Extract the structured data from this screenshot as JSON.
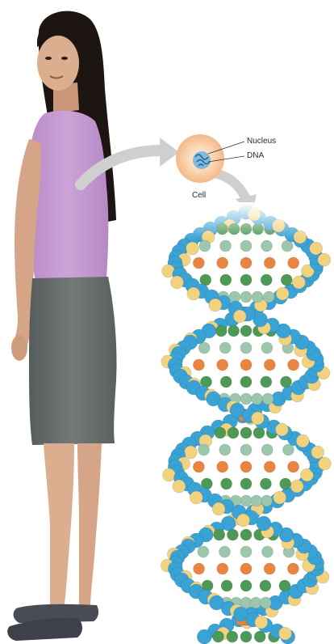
{
  "labels": {
    "nucleus": "Nucleus",
    "dna": "DNA",
    "cell": "Cell"
  },
  "colors": {
    "background": "#ffffff",
    "skin": "#d9a889",
    "hair": "#1c1512",
    "top": "#c49ad0",
    "skirt": "#6b7170",
    "shoes": "#4a4c55",
    "arrow": "#cccccc",
    "cell_outer": "#f8caa0",
    "cell_inner": "#fcebd9",
    "nucleus": "#5ea6d4",
    "dna_backbone": "#3aa3d6",
    "dna_yellow": "#f1d27e",
    "dna_orange": "#e98540",
    "dna_green": "#4d9a57",
    "dna_mint": "#9cc7ac"
  },
  "icons": {
    "person": "woman-figure",
    "cell": "cell-icon",
    "helix": "dna-double-helix-icon"
  }
}
